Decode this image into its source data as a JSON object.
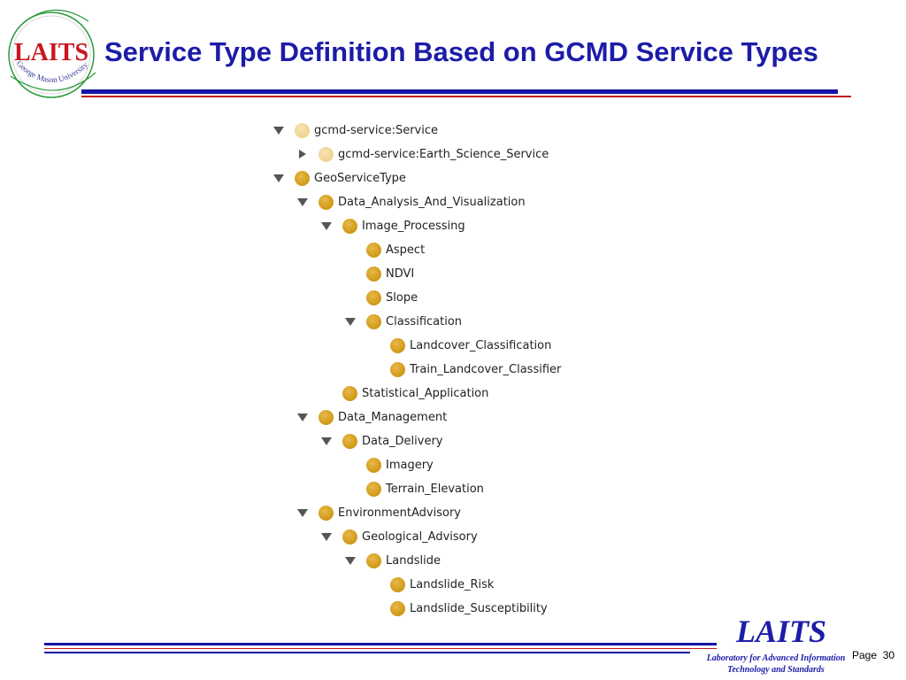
{
  "logo": {
    "text": "LAITS",
    "ring_text": "George Mason University",
    "icon": "laits-logo-icon"
  },
  "title": "Service Type Definition Based on GCMD Service Types",
  "tree": {
    "rows": [
      {
        "label": "gcmd-service:Service",
        "depth": 0,
        "toggle": "expanded",
        "style": "light"
      },
      {
        "label": "gcmd-service:Earth_Science_Service",
        "depth": 1,
        "toggle": "collapsed",
        "style": "light"
      },
      {
        "label": "GeoServiceType",
        "depth": 0,
        "toggle": "expanded",
        "style": "normal"
      },
      {
        "label": "Data_Analysis_And_Visualization",
        "depth": 1,
        "toggle": "expanded",
        "style": "normal"
      },
      {
        "label": "Image_Processing",
        "depth": 2,
        "toggle": "expanded",
        "style": "normal"
      },
      {
        "label": "Aspect",
        "depth": 3,
        "toggle": "none",
        "style": "normal"
      },
      {
        "label": "NDVI",
        "depth": 3,
        "toggle": "none",
        "style": "normal"
      },
      {
        "label": "Slope",
        "depth": 3,
        "toggle": "none",
        "style": "normal"
      },
      {
        "label": "Classification",
        "depth": 3,
        "toggle": "expanded",
        "style": "normal"
      },
      {
        "label": "Landcover_Classification",
        "depth": 4,
        "toggle": "none",
        "style": "normal"
      },
      {
        "label": "Train_Landcover_Classifier",
        "depth": 4,
        "toggle": "none",
        "style": "normal"
      },
      {
        "label": "Statistical_Application",
        "depth": 2,
        "toggle": "none",
        "style": "normal"
      },
      {
        "label": "Data_Management",
        "depth": 1,
        "toggle": "expanded",
        "style": "normal"
      },
      {
        "label": "Data_Delivery",
        "depth": 2,
        "toggle": "expanded",
        "style": "normal"
      },
      {
        "label": "Imagery",
        "depth": 3,
        "toggle": "none",
        "style": "normal"
      },
      {
        "label": "Terrain_Elevation",
        "depth": 3,
        "toggle": "none",
        "style": "normal"
      },
      {
        "label": "EnvironmentAdvisory",
        "depth": 1,
        "toggle": "expanded",
        "style": "normal"
      },
      {
        "label": "Geological_Advisory",
        "depth": 2,
        "toggle": "expanded",
        "style": "normal"
      },
      {
        "label": "Landslide",
        "depth": 3,
        "toggle": "expanded",
        "style": "normal"
      },
      {
        "label": "Landslide_Risk",
        "depth": 4,
        "toggle": "none",
        "style": "normal"
      },
      {
        "label": "Landslide_Susceptibility",
        "depth": 4,
        "toggle": "none",
        "style": "normal"
      }
    ]
  },
  "footer": {
    "brand": "LAITS",
    "lab_line1": "Laboratory for Advanced Information",
    "lab_line2": "Technology and Standards",
    "page_label": "Page",
    "page_number": "30"
  },
  "colors": {
    "title": "#1c1ca8",
    "rule_blue": "#1414a6",
    "rule_red": "#c21a1a",
    "class_dot": "#d39d1c",
    "class_dot_light": "#efd28e"
  }
}
